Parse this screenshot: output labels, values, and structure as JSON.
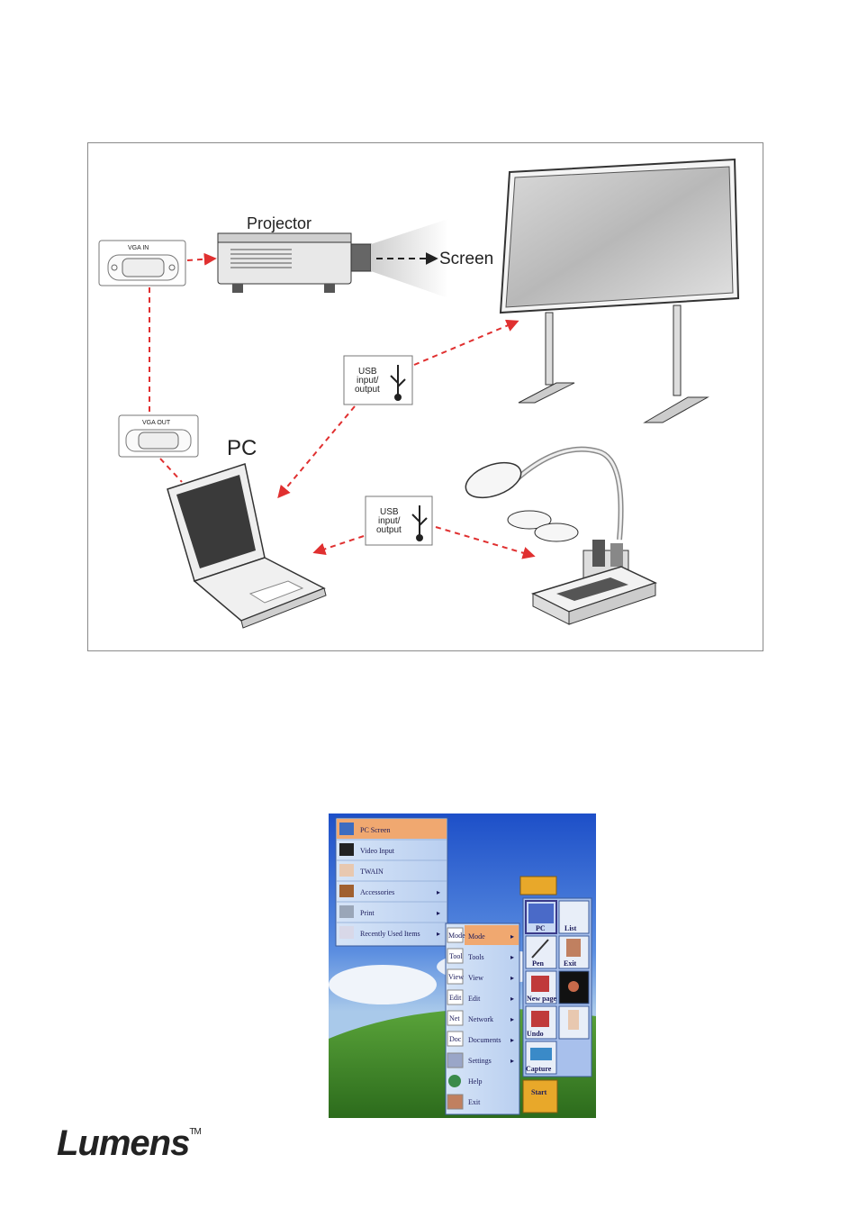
{
  "diagram": {
    "labels": {
      "projector": "Projector",
      "screen": "Screen",
      "pc": "PC",
      "vga_in": "VGA IN",
      "vga_out": "VGA OUT",
      "usb_top": [
        "USB",
        "input/",
        "output"
      ],
      "usb_bottom": [
        "USB",
        "input/",
        "output"
      ]
    }
  },
  "start_menu": {
    "items": [
      {
        "label": "PC Screen",
        "arrow": ""
      },
      {
        "label": "Video Input",
        "arrow": ""
      },
      {
        "label": "TWAIN",
        "arrow": ""
      },
      {
        "label": "Accessories",
        "arrow": "▸"
      },
      {
        "label": "Print",
        "arrow": "▸"
      },
      {
        "label": "Recently Used Items",
        "arrow": "▸"
      }
    ],
    "submenu": [
      {
        "icon": "Mode",
        "label": "Mode"
      },
      {
        "icon": "Tool",
        "label": "Tools"
      },
      {
        "icon": "View",
        "label": "View"
      },
      {
        "icon": "Edit",
        "label": "Edit"
      },
      {
        "icon": "Net",
        "label": "Network"
      },
      {
        "icon": "Doc",
        "label": "Documents"
      },
      {
        "icon": "",
        "label": "Settings"
      },
      {
        "icon": "",
        "label": "Help"
      },
      {
        "icon": "",
        "label": "Exit"
      }
    ]
  },
  "toolbar": {
    "buttons": [
      {
        "label": "PC"
      },
      {
        "label": "List"
      },
      {
        "label": "Pen"
      },
      {
        "label": "Exit"
      },
      {
        "label": "New page"
      },
      {
        "label": ""
      },
      {
        "label": "Undo"
      },
      {
        "label": ""
      },
      {
        "label": "Capture"
      }
    ],
    "start_label": "Start"
  },
  "logo": {
    "brand": "Lumens",
    "tm": "TM"
  }
}
